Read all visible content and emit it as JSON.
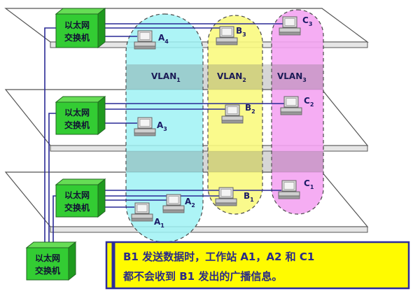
{
  "diagram": {
    "switch_label_line1": "以太网",
    "switch_label_line2": "交换机",
    "vlans": [
      {
        "name": "VLAN",
        "sub": "1",
        "color": "#9ff2f5"
      },
      {
        "name": "VLAN",
        "sub": "2",
        "color": "#fafa80"
      },
      {
        "name": "VLAN",
        "sub": "3",
        "color": "#f4a4f2"
      }
    ],
    "workstations": [
      {
        "name": "A",
        "sub": "4"
      },
      {
        "name": "B",
        "sub": "3"
      },
      {
        "name": "C",
        "sub": "3"
      },
      {
        "name": "A",
        "sub": "3"
      },
      {
        "name": "B",
        "sub": "2"
      },
      {
        "name": "C",
        "sub": "2"
      },
      {
        "name": "A",
        "sub": "2"
      },
      {
        "name": "A",
        "sub": "1"
      },
      {
        "name": "B",
        "sub": "1"
      },
      {
        "name": "C",
        "sub": "1"
      }
    ],
    "caption": {
      "line1": "B1 发送数据时，工作站 A1，A2 和 C1",
      "line2": "都不会收到 B1 发出的广播信息。",
      "background": "#fffb00",
      "border": "#2d2d9c"
    },
    "colors": {
      "switch_fill": "#33cc33",
      "cable": "#2a2a96",
      "floor_fill": "#ffffff",
      "floor_stroke": "#555555"
    }
  }
}
